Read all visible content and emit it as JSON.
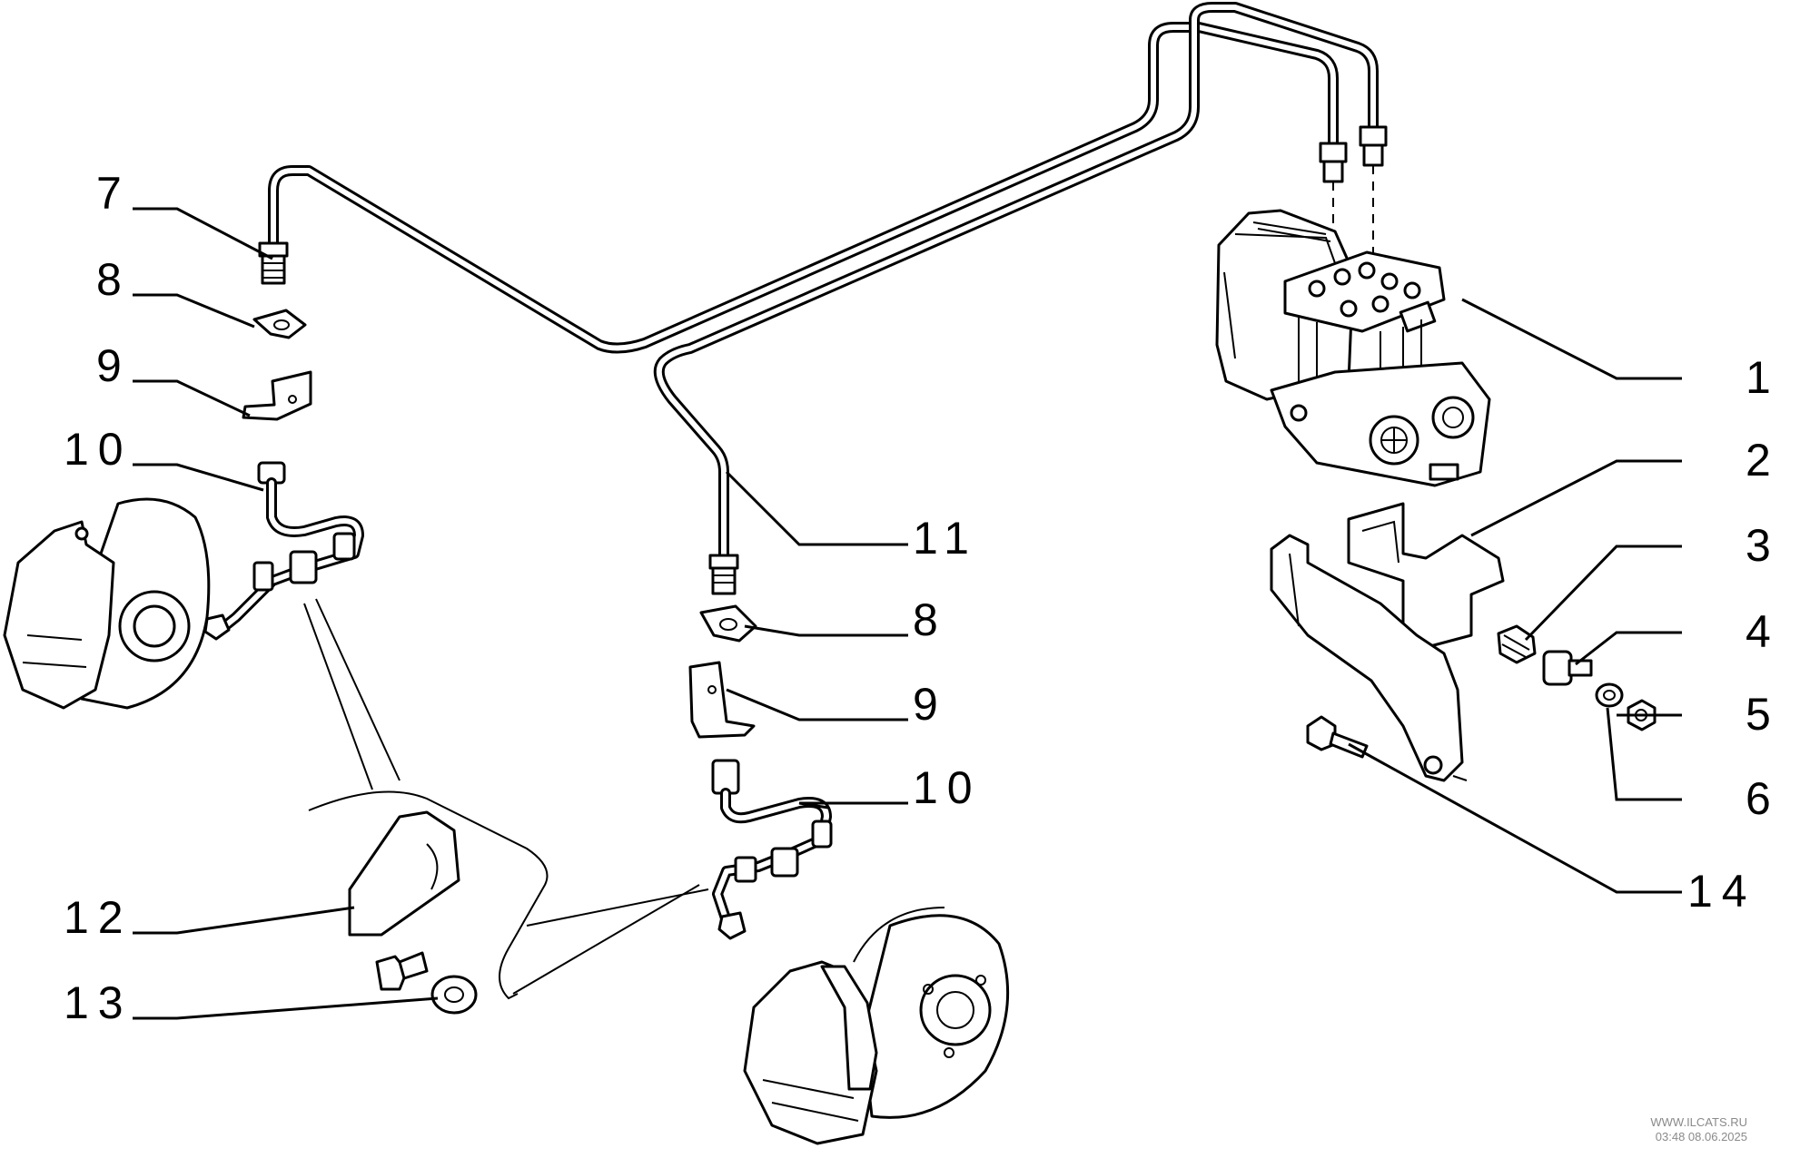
{
  "callouts": {
    "c1": "1",
    "c2": "2",
    "c3": "3",
    "c4": "4",
    "c5": "5",
    "c6": "6",
    "c7": "7",
    "c8a": "8",
    "c8b": "8",
    "c9a": "9",
    "c9b": "9",
    "c10a": "10",
    "c10b": "10",
    "c11": "11",
    "c12": "12",
    "c13": "13",
    "c14": "14"
  },
  "watermark": {
    "site": "WWW.ILCATS.RU",
    "timestamp": "03:48 08.06.2025"
  }
}
